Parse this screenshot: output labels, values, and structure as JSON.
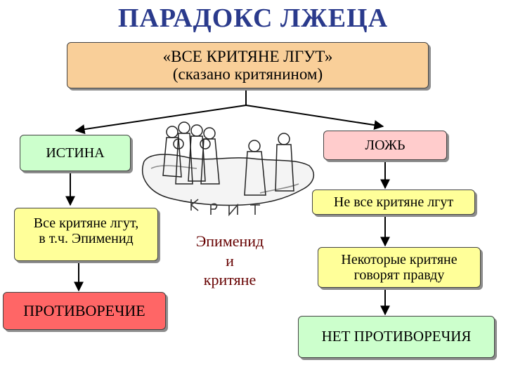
{
  "title": "ПАРАДОКС ЛЖЕЦА",
  "statement": {
    "line1": "«ВСЕ КРИТЯНЕ ЛГУТ»",
    "line2": "(сказано критянином)"
  },
  "left": {
    "truth": "ИСТИНА",
    "result_line1": "Все критяне лгут,",
    "result_line2": "в т.ч. Эпименид",
    "conclusion": "ПРОТИВОРЕЧИЕ"
  },
  "right": {
    "lie": "ЛОЖЬ",
    "step1": "Не все критяне лгут",
    "step2_line1": "Некоторые критяне",
    "step2_line2": "говорят правду",
    "conclusion": "НЕТ ПРОТИВОРЕЧИЯ"
  },
  "center_label": {
    "line1": "Эпименид",
    "line2": "и",
    "line3": "критяне"
  },
  "island_lettering": "КРИТ"
}
